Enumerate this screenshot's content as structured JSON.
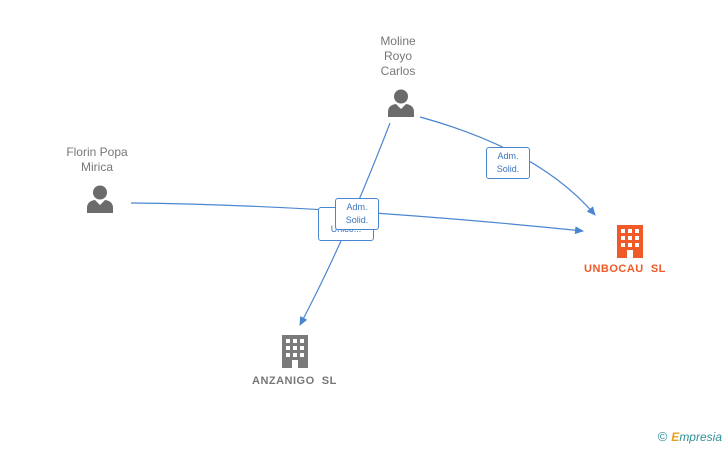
{
  "nodes": {
    "moline": {
      "lines": [
        "Moline",
        "Royo",
        "Carlos"
      ],
      "icon": "person-icon"
    },
    "florin": {
      "lines": [
        "Florin Popa",
        "Mirica"
      ],
      "icon": "person-icon"
    },
    "unbocau": {
      "label": "UNBOCAU  SL",
      "icon": "building-icon",
      "color": "#f05a28"
    },
    "anzanigo": {
      "label": "ANZANIGO  SL",
      "icon": "building-icon",
      "color": "#777777"
    }
  },
  "edges": {
    "moline_unbocau": [
      "Adm.",
      "Solid."
    ],
    "florin_unbocau": [
      "Adm.",
      "Solid."
    ],
    "moline_anzanigo": [
      "Adm.",
      "Unico..."
    ]
  },
  "colors": {
    "edge": "#4a86d0",
    "person": "#6b6b6b"
  },
  "brand": {
    "copyright": "©",
    "first_letter": "E",
    "rest": "mpresia"
  }
}
